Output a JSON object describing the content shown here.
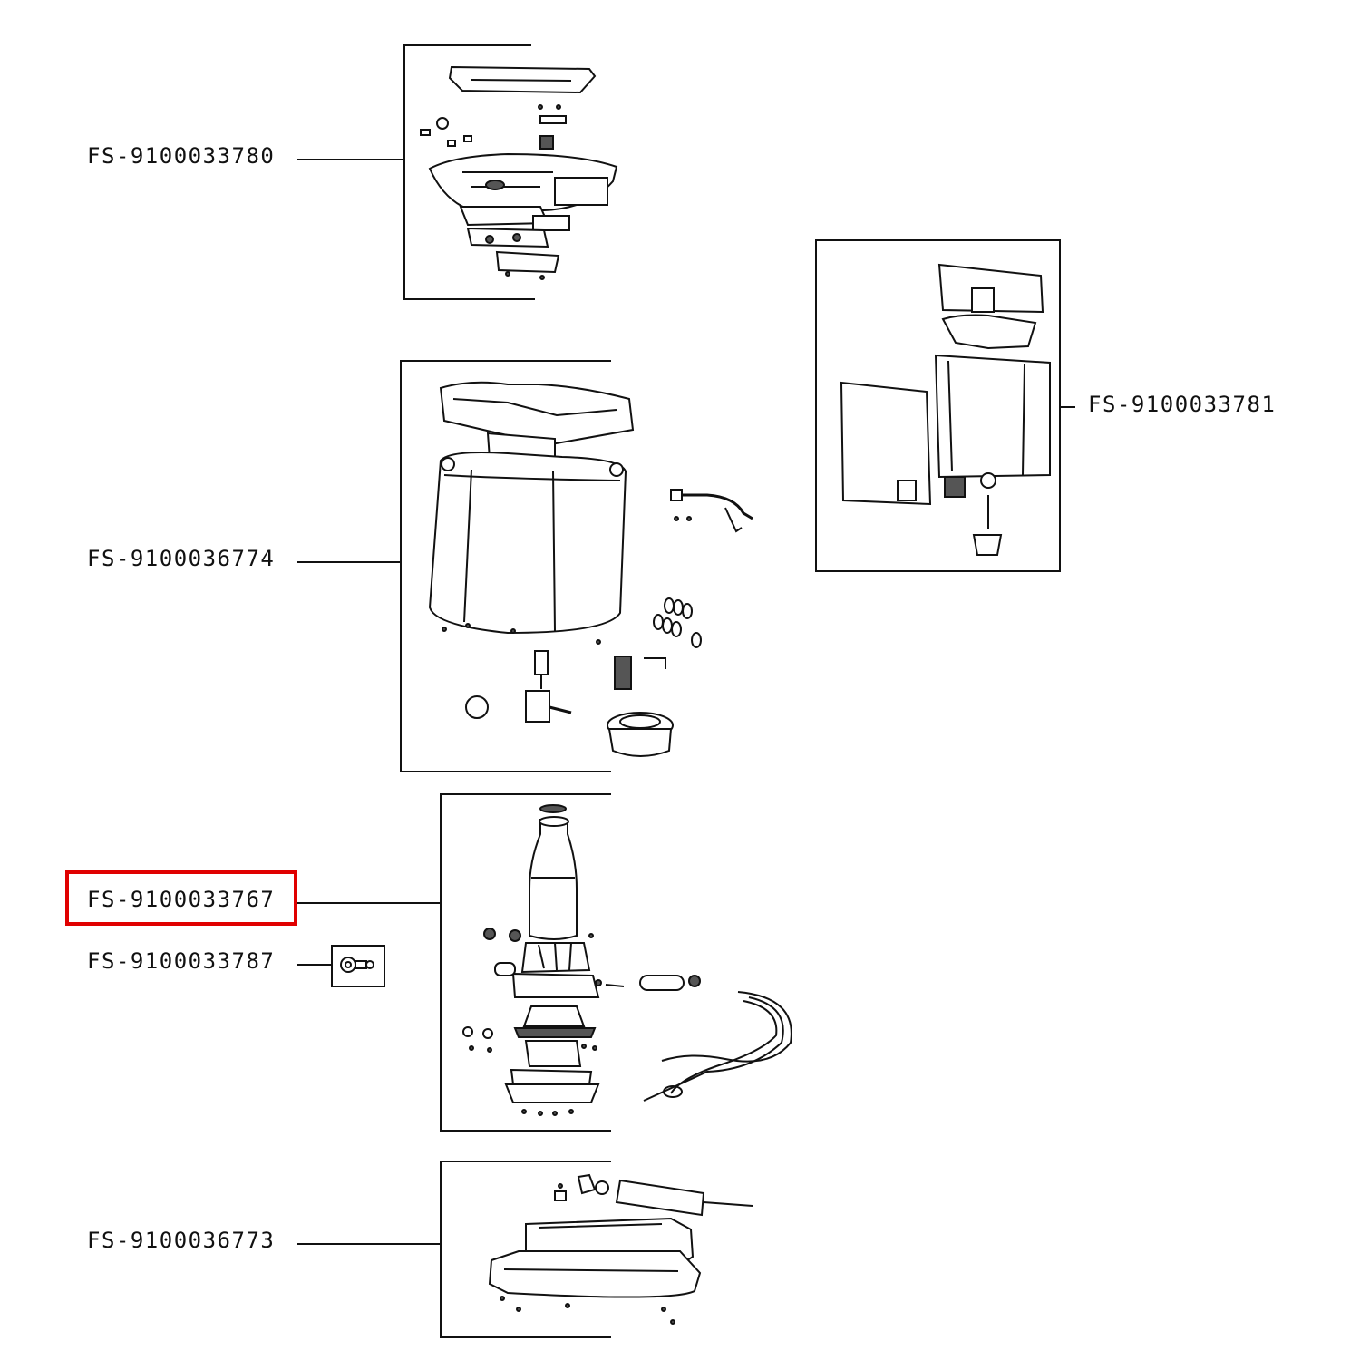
{
  "parts": [
    {
      "id": "p1",
      "code": "FS-9100033780"
    },
    {
      "id": "p2",
      "code": "FS-9100036774"
    },
    {
      "id": "p3",
      "code": "FS-9100033767",
      "highlighted": true
    },
    {
      "id": "p4",
      "code": "FS-9100033787"
    },
    {
      "id": "p5",
      "code": "FS-9100036773"
    },
    {
      "id": "p6",
      "code": "FS-9100033781"
    }
  ],
  "colors": {
    "highlight": "#e00000",
    "ink": "#111111"
  },
  "icons": {
    "p1": "control-panel-assembly-icon",
    "p2": "housing-assembly-icon",
    "p3": "brew-unit-assembly-icon",
    "p4": "gear-knob-icon",
    "p5": "base-assembly-icon",
    "p6": "water-tank-assembly-icon"
  }
}
